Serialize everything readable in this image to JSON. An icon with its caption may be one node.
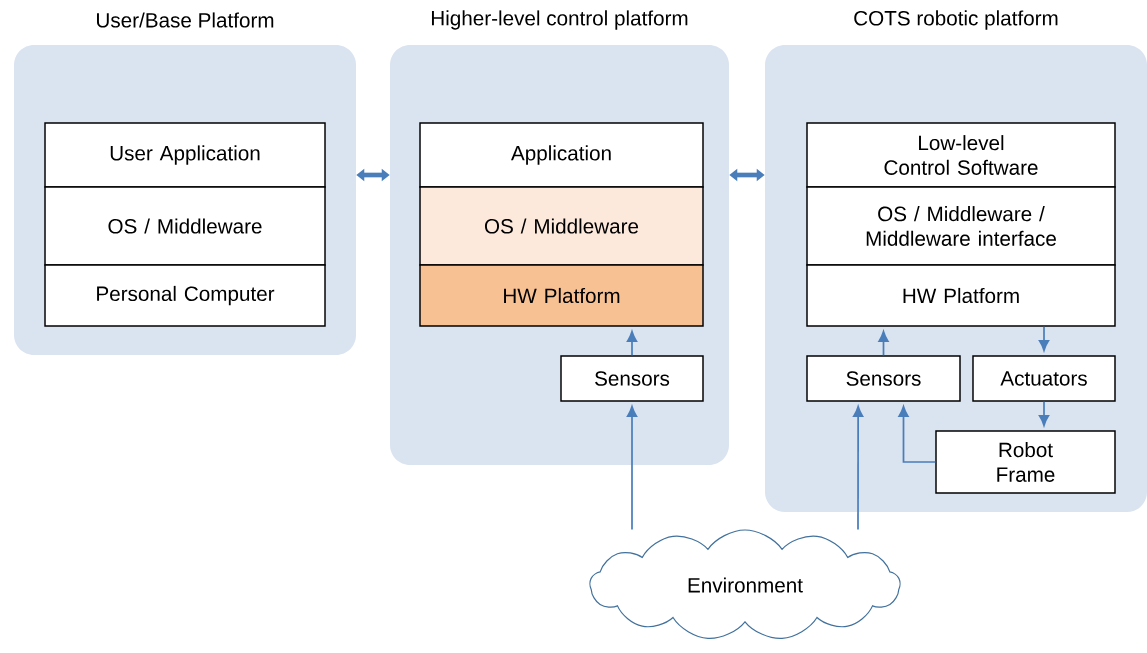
{
  "diagram": {
    "nodes": [
      {
        "text": [
          "User/Base Platform"
        ]
      },
      {
        "text": [
          "User Application"
        ],
        "in": 0
      },
      {
        "text": [
          "OS / Middleware"
        ],
        "in": 0
      },
      {
        "text": [
          "Personal Computer"
        ],
        "in": 0
      },
      {
        "text": [
          "Higher-level control platform"
        ]
      },
      {
        "text": [
          "Application"
        ],
        "in": 4
      },
      {
        "text": [
          "OS / Middleware"
        ],
        "in": 4
      },
      {
        "text": [
          "HW Platform"
        ],
        "in": 4
      },
      {
        "text": [
          "Sensors"
        ],
        "in": 4
      },
      {
        "text": [
          "COTS robotic platform"
        ]
      },
      {
        "text": [
          "Low-level Control Software"
        ],
        "in": 9
      },
      {
        "text": [
          "OS / Middleware / Middleware interface"
        ],
        "in": 9
      },
      {
        "text": [
          "HW Platform"
        ],
        "in": 9
      },
      {
        "text": [
          "Sensors"
        ],
        "in": 9
      },
      {
        "text": [
          "Actuators"
        ],
        "in": 9
      },
      {
        "text": [
          "Robot Frame"
        ],
        "in": 9
      },
      {
        "text": [
          "Environment"
        ]
      }
    ],
    "edges": [
      {
        "from": 0,
        "to": 4,
        "arrow": "both",
        "style": "thick"
      },
      {
        "from": 4,
        "to": 9,
        "arrow": "both",
        "style": "thick"
      },
      {
        "from": 8,
        "to": 7,
        "arrow": "to"
      },
      {
        "from": 16,
        "to": 8,
        "arrow": "to"
      },
      {
        "from": 13,
        "to": 12,
        "arrow": "to"
      },
      {
        "from": 12,
        "to": 14,
        "arrow": "to"
      },
      {
        "from": 14,
        "to": 15,
        "arrow": "to"
      },
      {
        "from": 15,
        "to": 13,
        "arrow": "to"
      },
      {
        "from": 16,
        "to": 13,
        "arrow": "to"
      }
    ]
  }
}
